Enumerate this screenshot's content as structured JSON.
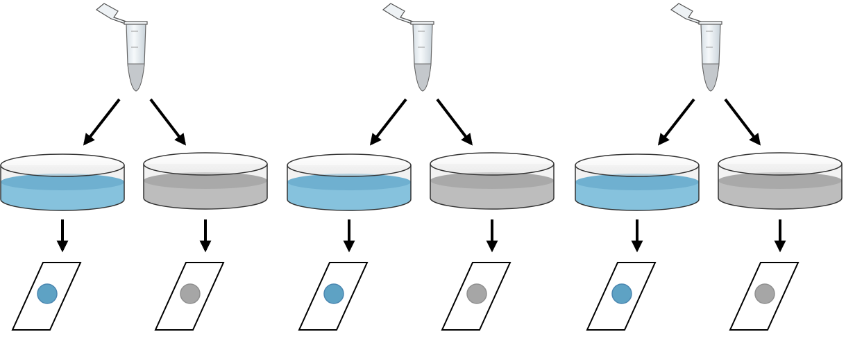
{
  "diagram": {
    "panel_count": 3,
    "colors": {
      "outline": "#333333",
      "arrow": "#000000",
      "blue_liquid": "#86c2dd",
      "blue_liquid_top": "#6fb0d0",
      "blue_spot": "#5ea2c4",
      "blue_spot_stroke": "#4a86b0",
      "gray_liquid": "#bdbdbd",
      "gray_liquid_top": "#a9a9a9",
      "gray_spot": "#a6a6a6",
      "gray_spot_stroke": "#8f8f8f",
      "tube": "#e8eef2",
      "tube_liquid": "#c4c8cc"
    },
    "branches": [
      "blue",
      "gray"
    ]
  }
}
